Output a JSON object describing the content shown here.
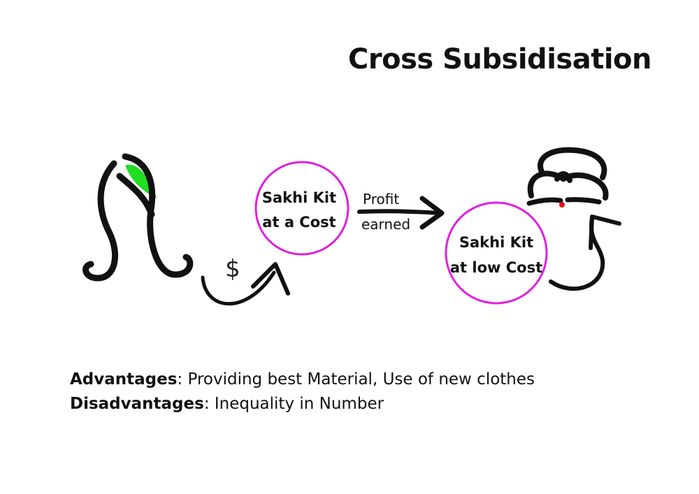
{
  "title": "Cross Subsidisation",
  "diagram": {
    "circle_high": {
      "line1": "Sakhi Kit",
      "line2": "at a Cost"
    },
    "circle_low": {
      "line1": "Sakhi Kit",
      "line2": "at low Cost"
    },
    "money_symbol": "$",
    "arrow_label": {
      "line1": "Profit",
      "line2": "earned"
    },
    "colors": {
      "circle": "#e020e0",
      "leaf": "#22dd22",
      "dot": "#e01010",
      "ink": "#111111"
    }
  },
  "notes": {
    "advantages_label": "Advantages",
    "advantages_text": ": Providing best Material, Use of new clothes",
    "disadvantages_label": "Disadvantages",
    "disadvantages_text": ": Inequality in Number"
  }
}
